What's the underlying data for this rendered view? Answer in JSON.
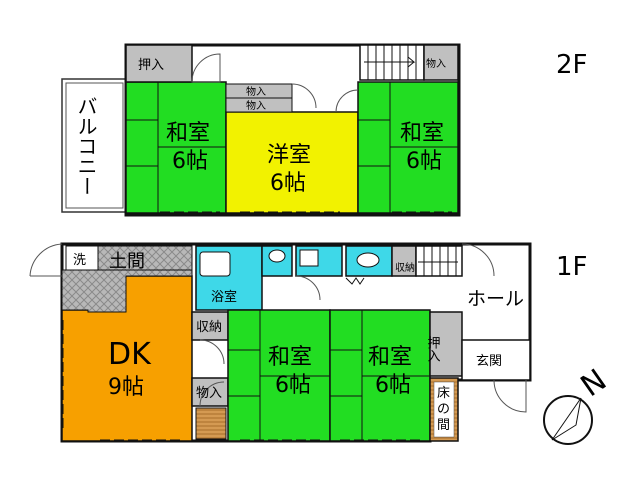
{
  "floor2": {
    "floor_label": "2F",
    "oshiire": "押入",
    "monoire_top_right": "物入",
    "monoire_center_1": "物入",
    "monoire_center_2": "物入",
    "washitsu_left_line1": "和室",
    "washitsu_left_line2": "6帖",
    "youshitsu_line1": "洋室",
    "youshitsu_line2": "6帖",
    "washitsu_right_line1": "和室",
    "washitsu_right_line2": "6帖",
    "balcony": "バルコニー"
  },
  "floor1": {
    "floor_label": "1F",
    "sentaku": "洗",
    "doma": "土間",
    "yokushitsu": "浴室",
    "shuno_top": "収納",
    "shuno_mid": "収納",
    "hall": "ホール",
    "oshiire": "押入",
    "genkan": "玄関",
    "dk_line1": "DK",
    "dk_line2": "9帖",
    "monoire": "物入",
    "washitsu_a_line1": "和室",
    "washitsu_a_line2": "6帖",
    "washitsu_b_line1": "和室",
    "washitsu_b_line2": "6帖",
    "tokonoma_1": "床",
    "tokonoma_2": "の",
    "tokonoma_3": "間"
  },
  "compass": {
    "label": "N"
  },
  "colors": {
    "washitsu": "#22dd22",
    "youshitsu": "#f2f200",
    "dk": "#f7a000",
    "water": "#3ed8e8",
    "storage": "#c0c0c0",
    "wall": "#111111"
  }
}
